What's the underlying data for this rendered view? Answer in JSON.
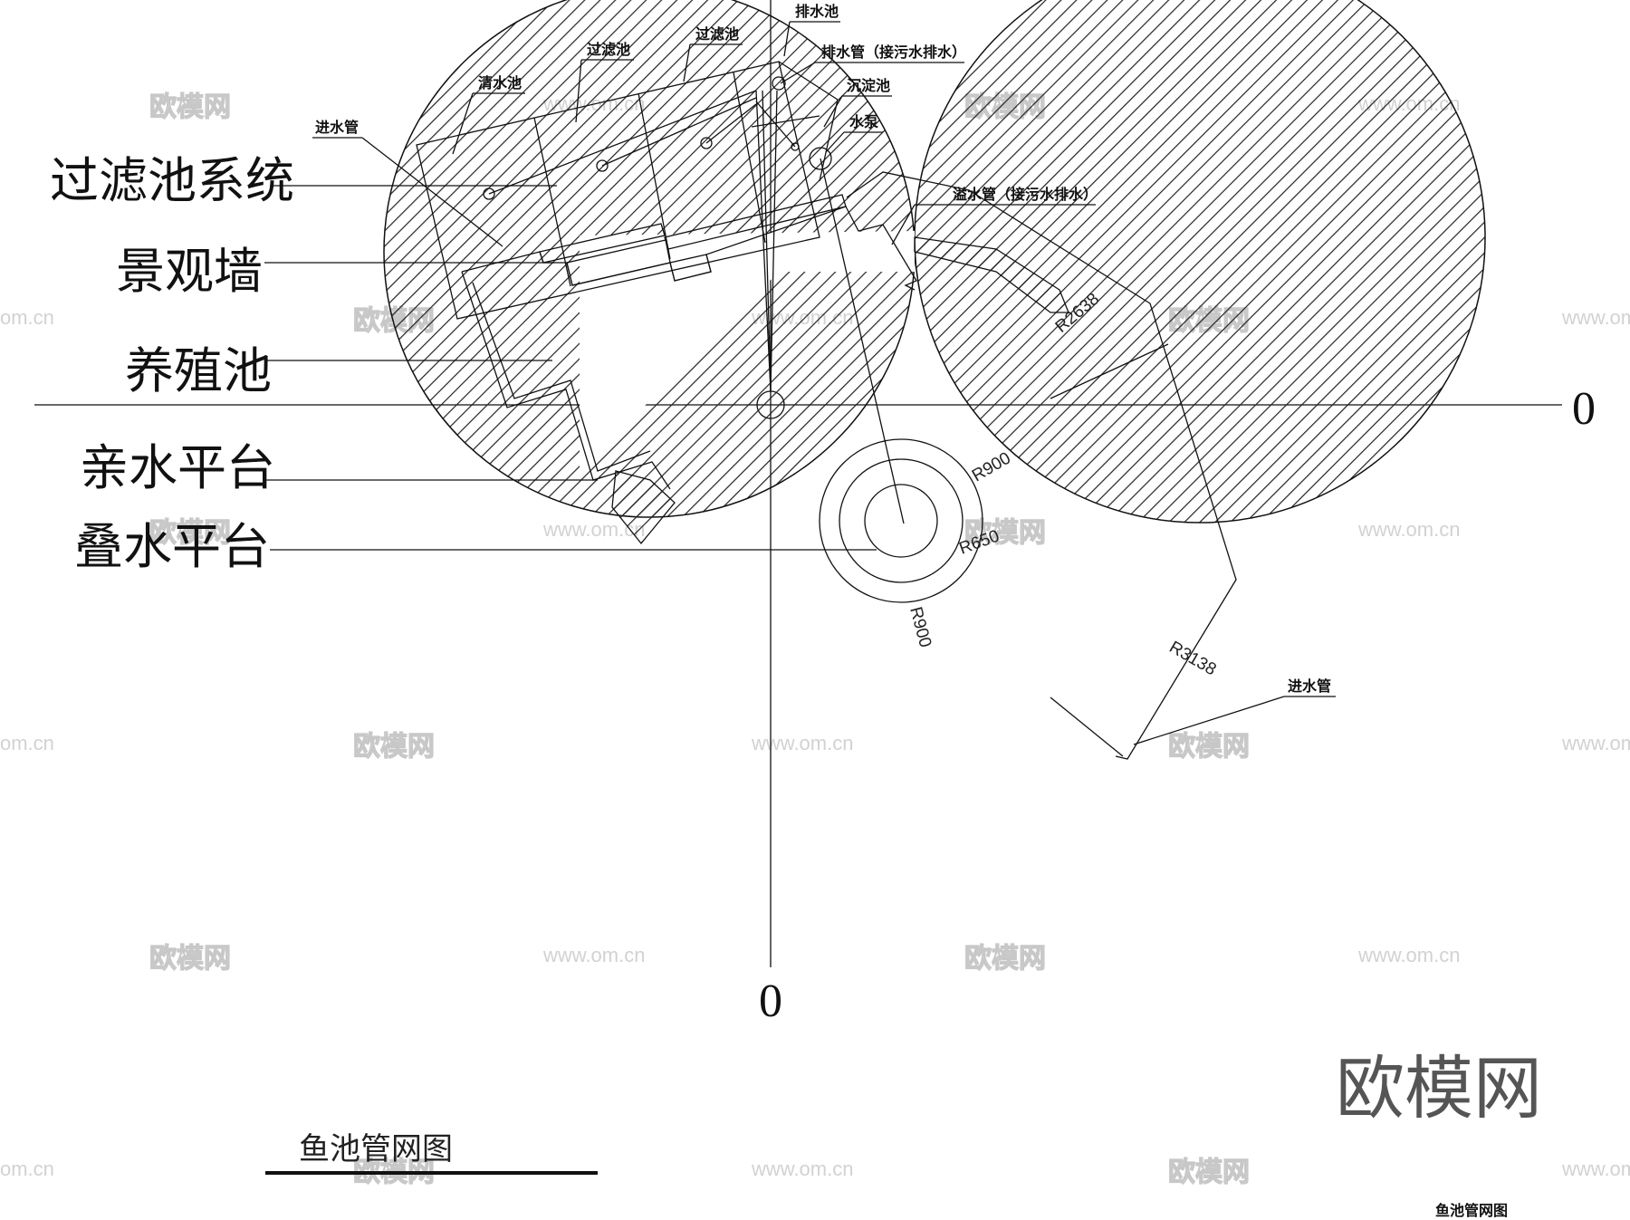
{
  "labels": {
    "filter_system": "过滤池系统",
    "landscape_wall": "景观墙",
    "breeding_pool": "养殖池",
    "waterside_platform": "亲水平台",
    "cascade_platform": "叠水平台"
  },
  "callouts": {
    "inlet_pipe_top": "进水管",
    "clear_water_pool": "清水池",
    "filter_pool_1": "过滤池",
    "filter_pool_2": "过滤池",
    "drain_pool": "排水池",
    "drain_pipe": "排水管（接污水排水）",
    "settling_pool": "沉淀池",
    "pump": "水泵",
    "overflow_pipe": "溢水管（接污水排水）",
    "inlet_pipe_bottom": "进水管"
  },
  "dimensions": {
    "r900_a": "R900",
    "r650": "R650",
    "r900_b": "R900",
    "r3138": "R3138",
    "r2638": "R2638"
  },
  "axis": {
    "horizontal_zero": "0",
    "vertical_zero": "0"
  },
  "title": "鱼池管网图",
  "corner_caption": "鱼池管网图",
  "watermark": {
    "brand": "欧模网",
    "url": "www.om.cn",
    "url_short": "om.cn"
  }
}
